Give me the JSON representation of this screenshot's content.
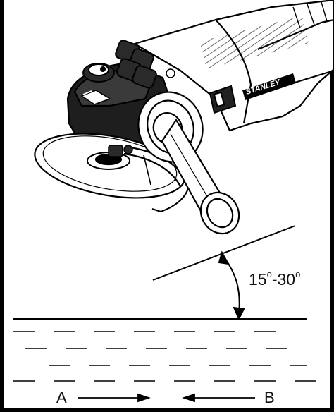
{
  "brand": "STANLEY",
  "angle": {
    "from": "15",
    "to": "30",
    "degree_mark": "o",
    "separator": "-"
  },
  "directions": {
    "left": "A",
    "right": "B"
  },
  "colors": {
    "line": "#000000",
    "background": "#ffffff"
  }
}
